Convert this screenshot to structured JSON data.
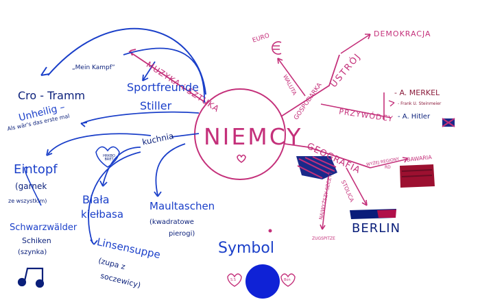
{
  "colors": {
    "blue": "#1a3fc9",
    "pink": "#c4307a",
    "navy": "#0a1f7a",
    "darkred": "#8a1a3a"
  },
  "center": {
    "label": "NIEMCY"
  },
  "branches": {
    "muzyka": "MUZYKA i SZTUKA",
    "kuchnia": "kuchnia",
    "gospodarka": "GOSPODARKA",
    "geografia": "GEOGRAFIA",
    "ustroj": "USTRÓJ",
    "waluta": "WALUTA",
    "przywodcy": "PRZYWÓDCY",
    "stolica": "STOLICA",
    "najwyzszy": "NAJWYŻSZY SZCZYT"
  },
  "music": {
    "mein_kampf": "„Mein Kampf”",
    "cro": "Cro - Tramm",
    "sportfreunde_1": "Sportfreunde",
    "sportfreunde_2": "Stiller",
    "unheilig_1": "Unheilig –",
    "unheilig_2": "Als wär's das erste mal"
  },
  "food": {
    "eintopf_1": "Eintopf",
    "eintopf_2": "(garnek",
    "eintopf_3": "ze wszystkim)",
    "hrkbo": "HRKBO BRET",
    "biala_1": "Biała",
    "biala_2": "kiełbasa",
    "maultaschen_1": "Maultaschen",
    "maultaschen_2": "(kwadratowe",
    "maultaschen_3": "pierogi)",
    "schwarz_1": "Schwarzwälder",
    "schwarz_2": "Schiken",
    "schwarz_3": "(szynka)",
    "linsen_1": "Linsensuppe",
    "linsen_2": "(zupa z",
    "linsen_3": "soczewicy)"
  },
  "economy": {
    "euro": "EURO",
    "demokracja": "DEMOKRACJA",
    "merkel": "- A. MERKEL",
    "steinmeier": "- Frank U. Steinmeier",
    "hitler": "- A. Hitler"
  },
  "geo": {
    "wyzej_1": "WYŻEJ REGIONY",
    "wyzej_2": "RD",
    "bawaria": "BAWARIA",
    "berlin": "BERLIN",
    "zugspitze": "ZUGSPITZE"
  },
  "symbol": {
    "label": "Symbol",
    "left": "S.S",
    "right": "Bon"
  }
}
